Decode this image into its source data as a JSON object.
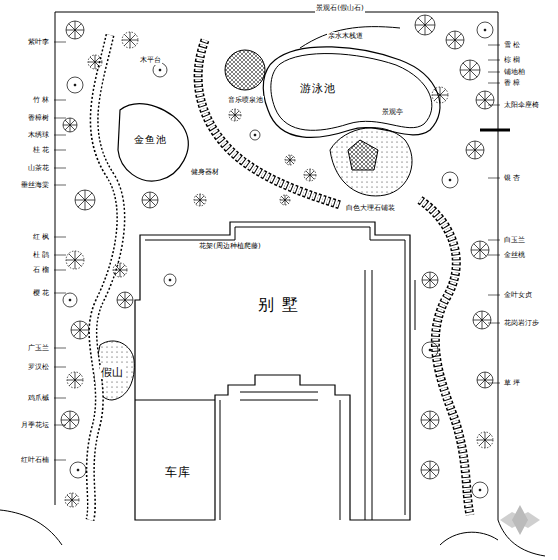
{
  "diagram": {
    "nodes": [
      {
        "text": [
          "游泳池"
        ]
      },
      {
        "text": [
          "金鱼池"
        ]
      },
      {
        "text": [
          "别墅"
        ]
      },
      {
        "text": [
          "车库"
        ]
      }
    ],
    "labels": [
      "紫叶李",
      "竹 林",
      "香樟树",
      "木绣球",
      "桂 花",
      "山茶花",
      "垂丝海棠",
      "红 枫",
      "杜 鹃",
      "石 榴",
      "樱 花",
      "广玉兰",
      "罗汉松",
      "鸡爪槭",
      "月季花坛",
      "红叶石楠",
      "雪 松",
      "棕 榈",
      "铺地柏",
      "香 樟",
      "太阳伞座椅",
      "银 杏",
      "白玉兰",
      "金丝桃",
      "金叶女贞",
      "花岗岩汀步",
      "草 坪",
      "景观石(假山石)",
      "音乐喷泉池",
      "木平台",
      "亲水木栈道",
      "健身器材",
      "白色大理石铺装",
      "花架(周边种植爬藤)",
      "景观亭",
      "假山"
    ]
  }
}
